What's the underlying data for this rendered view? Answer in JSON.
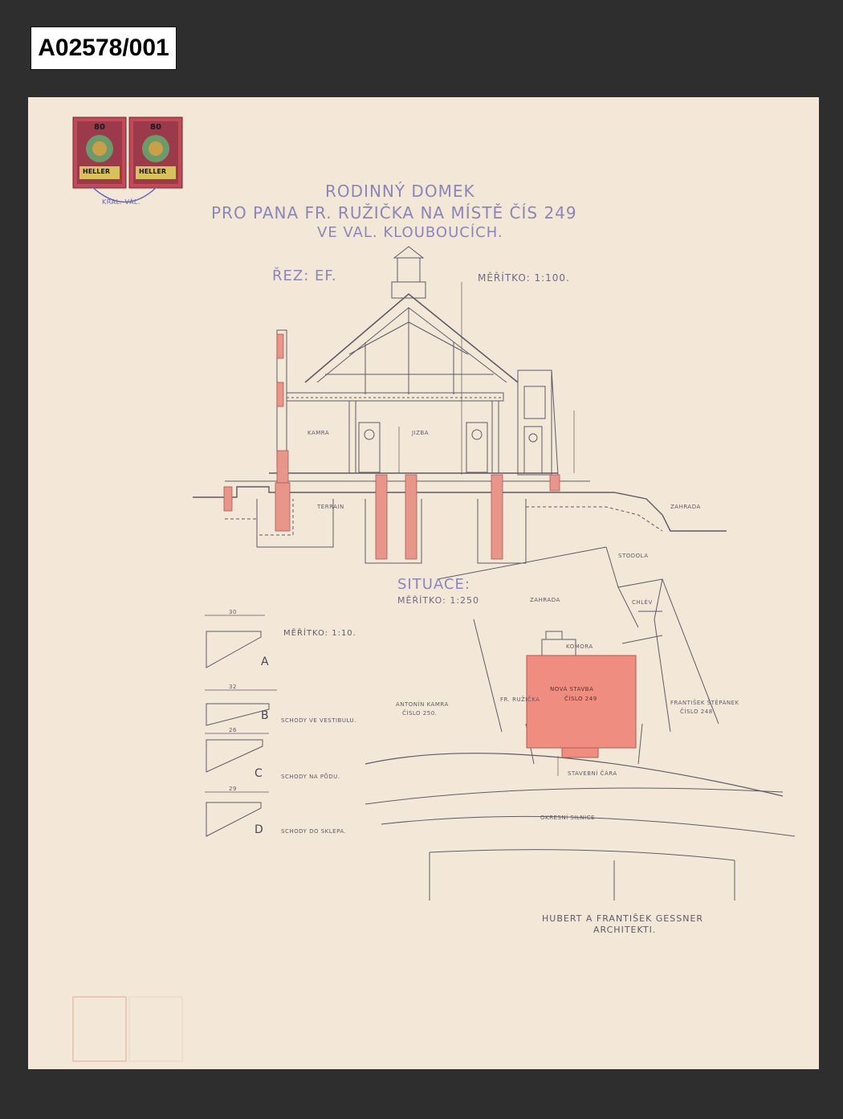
{
  "archive_id": "A02578/001",
  "title": {
    "line1": "RODINNÝ DOMEK",
    "line2": "PRO PANA FR. RUŽIČKA NA MÍSTĚ ČÍS 249",
    "line3": "VE VAL. KLOUBOUCÍCH."
  },
  "section": {
    "heading": "ŘEZ: EF.",
    "scale": "MĚŘÍTKO: 1:100.",
    "labels": {
      "room_left": "KAMRA",
      "room_center": "JIZBA",
      "garden": "ZAHRADA",
      "terrain": "TERRAIN"
    }
  },
  "situation": {
    "heading": "SITUACE:",
    "scale": "MĚŘÍTKO: 1:250",
    "labels": {
      "garden": "ZAHRADA",
      "barn": "STODOLA",
      "shed": "CHLÉV",
      "pantry": "KOMORA",
      "new_building": "NOVÁ STAVBA",
      "new_building_no": "ČÍSLO 249",
      "owner": "FR. RUŽIČKA",
      "neighbor_left": "ANTONÍN KAMRA",
      "neighbor_left_no": "ČÍSLO 250.",
      "neighbor_right": "FRANTIŠEK ŠTĚPÁNEK",
      "neighbor_right_no": "ČÍSLO 248",
      "building_line": "STAVEBNÍ ČÁRA",
      "road": "OKRESNÍ SILNICE"
    }
  },
  "details": {
    "scale": "MĚŘÍTKO: 1:10.",
    "steps": [
      {
        "letter": "A",
        "note": ""
      },
      {
        "letter": "B",
        "note": "SCHODY VE VESTIBULU."
      },
      {
        "letter": "C",
        "note": "SCHODY NA PŮDU."
      },
      {
        "letter": "D",
        "note": "SCHODY DO SKLEPA."
      }
    ],
    "dims": [
      "30",
      "32",
      "26",
      "29"
    ]
  },
  "signature": {
    "line1": "HUBERT A FRANTIŠEK GESSNER",
    "line2": "ARCHITEKTI."
  },
  "stamps": {
    "value": "80",
    "currency": "HELLER",
    "postmark": "KRAL. VÁL."
  },
  "colors": {
    "paper": "#f3e8d8",
    "background": "#2e2e2e",
    "ink": "#8b86b8",
    "brick": "#e8958a",
    "line": "#5e5a66"
  }
}
